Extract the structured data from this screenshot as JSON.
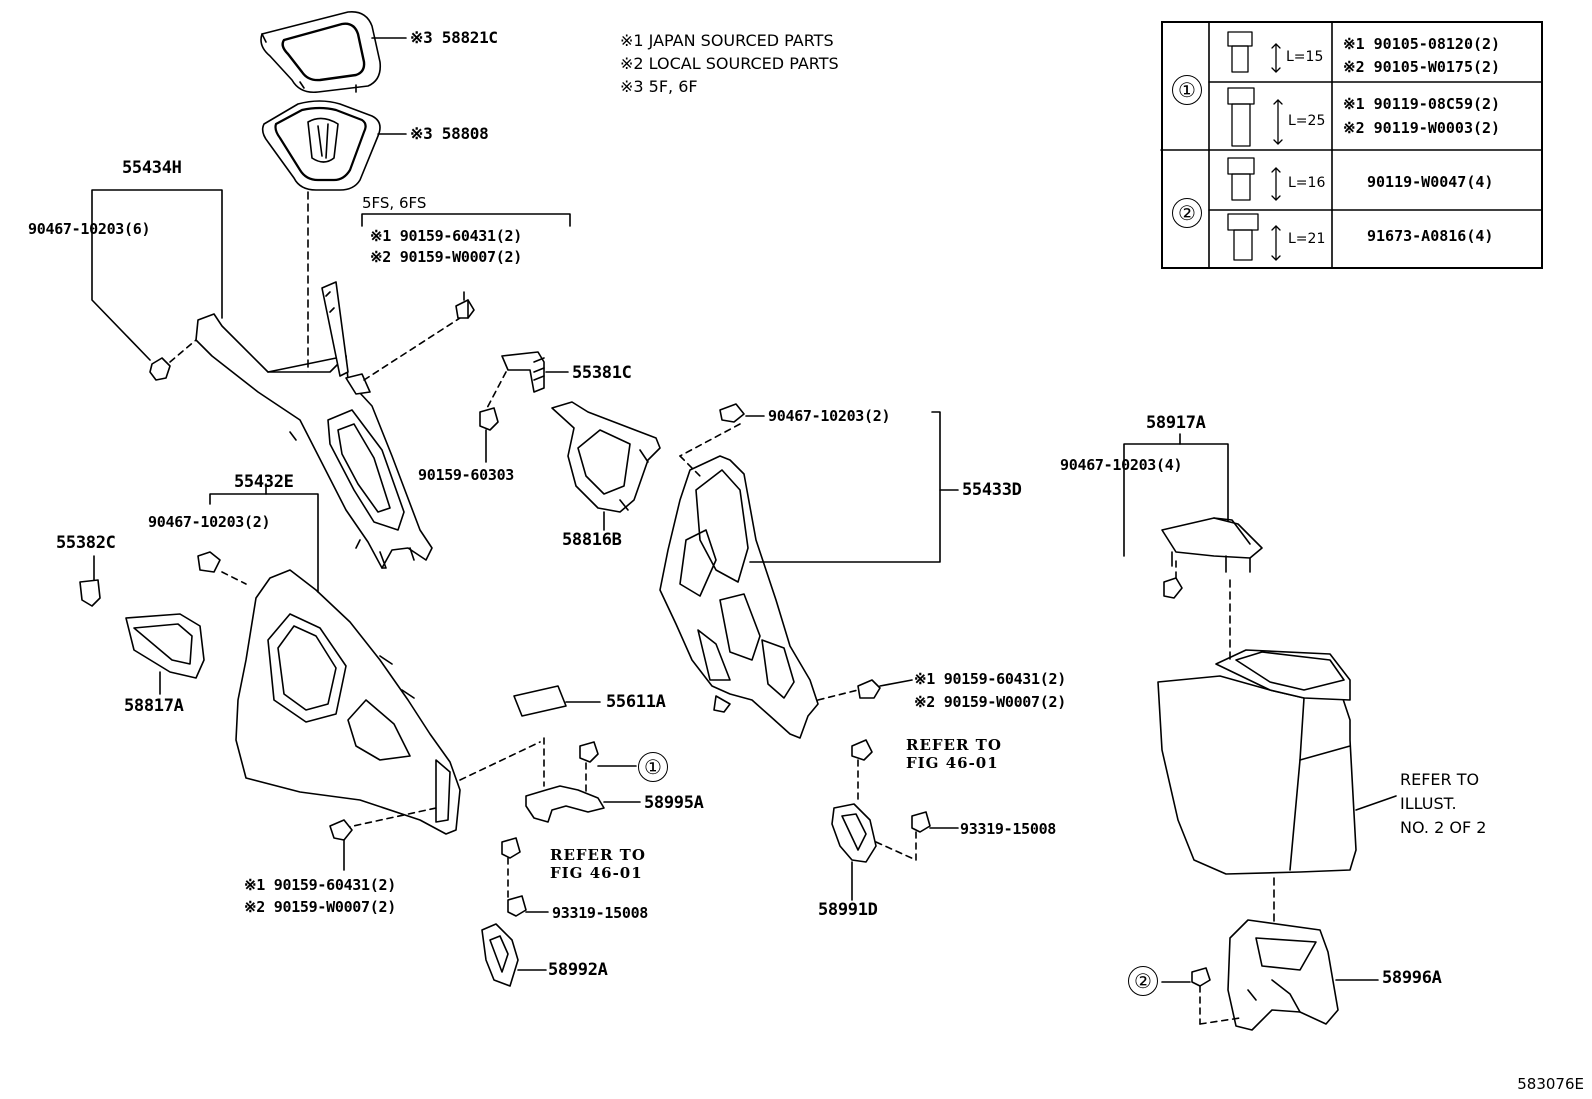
{
  "notes": [
    "※1 JAPAN SOURCED PARTS",
    "※2 LOCAL SOURCED PARTS",
    "※3 5F, 6F"
  ],
  "table": {
    "group1_symbol": "①",
    "group2_symbol": "②",
    "rows": [
      {
        "length": "L=15",
        "line1": "※1 90105-08120(2)",
        "line2": "※2 90105-W0175(2)"
      },
      {
        "length": "L=25",
        "line1": "※1 90119-08C59(2)",
        "line2": "※2 90119-W0003(2)"
      },
      {
        "length": "L=16",
        "line1": "90119-W0047(4)",
        "line2": ""
      },
      {
        "length": "L=21",
        "line1": "91673-A0816(4)",
        "line2": ""
      }
    ]
  },
  "labels": {
    "p58821c": "※3 58821C",
    "p58808": "※3 58808",
    "p55434h": "55434H",
    "c90467_6": "90467-10203(6)",
    "variant_5fs": "5FS, 6FS",
    "v1_60431_top": "※1 90159-60431(2)",
    "v2_w0007_top": "※2 90159-W0007(2)",
    "p55381c": "55381C",
    "c90159_60303": "90159-60303",
    "p58816b": "58816B",
    "c90467_2_mid": "90467-10203(2)",
    "p55433d": "55433D",
    "p58917a": "58917A",
    "c90467_4": "90467-10203(4)",
    "p55432e": "55432E",
    "c90467_2_left": "90467-10203(2)",
    "p55382c": "55382C",
    "p58817a": "58817A",
    "p55611a": "55611A",
    "v1_60431_right": "※1 90159-60431(2)",
    "v2_w0007_right": "※2 90159-W0007(2)",
    "refer_right_1": "REFER TO",
    "refer_right_2": "FIG 46-01",
    "c93319_right": "93319-15008",
    "p58991d": "58991D",
    "p58995a": "58995A",
    "circle_1": "①",
    "v1_60431_bottom": "※1 90159-60431(2)",
    "v2_w0007_bottom": "※2 90159-W0007(2)",
    "refer_left_1": "REFER TO",
    "refer_left_2": "FIG 46-01",
    "c93319_left": "93319-15008",
    "p58992a": "58992A",
    "illust_1": "REFER TO",
    "illust_2": "ILLUST.",
    "illust_3": "NO. 2 OF 2",
    "circle_2": "②",
    "p58996a": "58996A",
    "diagram_code": "583076E"
  }
}
